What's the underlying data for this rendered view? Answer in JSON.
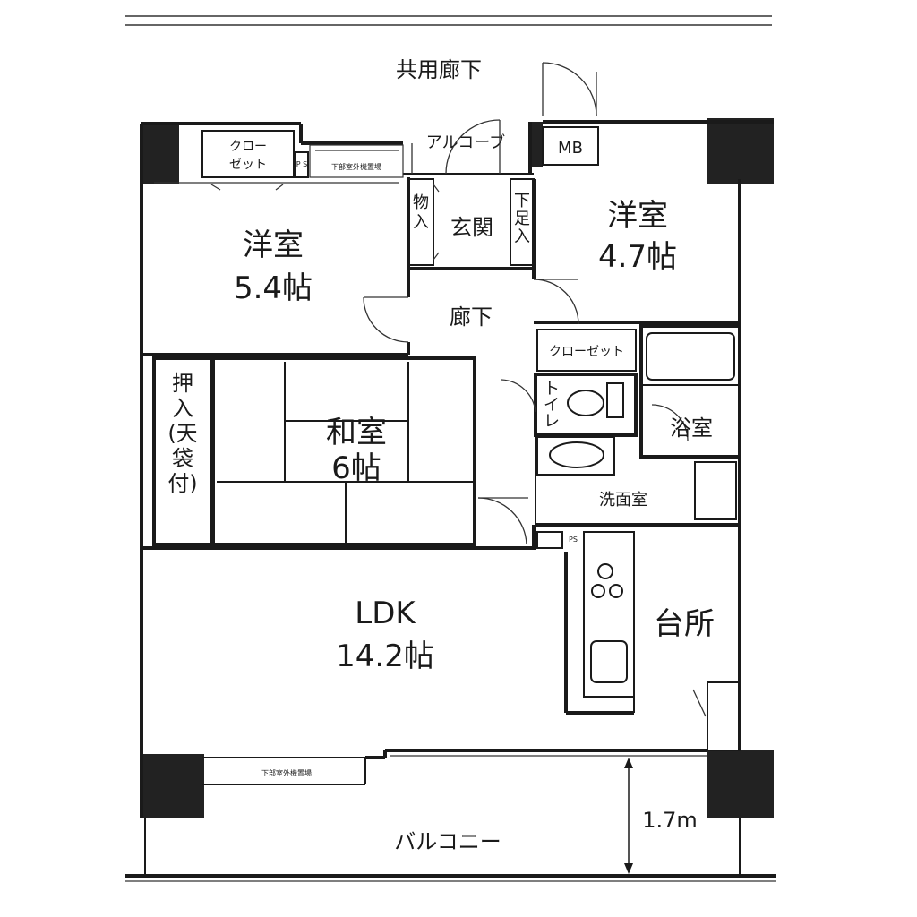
{
  "plan": {
    "corridor": "共用廊下",
    "alcove": "アルコーブ",
    "mb": "MB",
    "closet_top_l1": "クロー",
    "closet_top_l2": "ゼット",
    "ps_top": "P S",
    "ac_top": "下部室外機置場",
    "storage_entry": "物入",
    "genkan": "玄関",
    "shoe_storage": "下足入",
    "western_left_name": "洋室",
    "western_left_size": "5.4帖",
    "western_right_name": "洋室",
    "western_right_size": "4.7帖",
    "hallway": "廊下",
    "closet_mid": "クローゼット",
    "toilet": "トイレ",
    "bath": "浴室",
    "washroom": "洗面室",
    "oshiire": "押入(天袋付)",
    "washitsu_name": "和室",
    "washitsu_size": "6帖",
    "ldk_name": "LDK",
    "ldk_size": "14.2帖",
    "kitchen": "台所",
    "ps_kitchen": "PS",
    "ac_bottom": "下部室外機置場",
    "balcony": "バルコニー",
    "balcony_depth": "1.7m"
  }
}
